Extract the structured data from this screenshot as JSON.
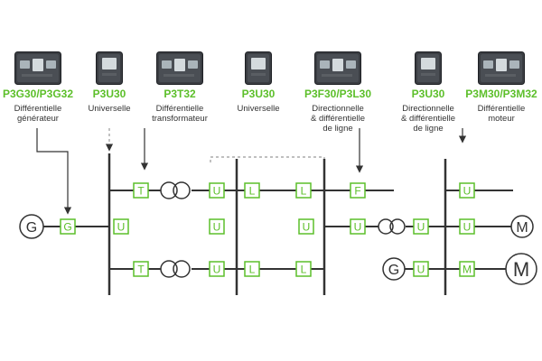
{
  "colors": {
    "accent": "#5cbf2a",
    "line": "#333333",
    "relay_body": "#3a3d42",
    "relay_screen": "#aab4ba"
  },
  "relays": [
    {
      "model": "P3G30/P3G32",
      "description": [
        "Différentielle",
        "générateur"
      ],
      "icon": "relay-device-icon"
    },
    {
      "model": "P3U30",
      "description": [
        "Universelle"
      ],
      "icon": "relay-device-icon"
    },
    {
      "model": "P3T32",
      "description": [
        "Différentielle",
        "transformateur"
      ],
      "icon": "relay-device-icon"
    },
    {
      "model": "P3U30",
      "description": [
        "Universelle"
      ],
      "icon": "relay-device-icon"
    },
    {
      "model": "P3F30/P3L30",
      "description": [
        "Directionnelle",
        "& différentielle",
        "de ligne"
      ],
      "icon": "relay-device-icon"
    },
    {
      "model": "P3U30",
      "description": [
        "Directionnelle",
        "& différentielle",
        "de ligne"
      ],
      "icon": "relay-device-icon"
    },
    {
      "model": "P3M30/P3M32",
      "description": [
        "Différentielle",
        "moteur"
      ],
      "icon": "relay-device-icon"
    }
  ],
  "diagram": {
    "generator_label": "G",
    "motor_label": "M",
    "function_codes": {
      "generator": "G",
      "universal": "U",
      "transformer": "T",
      "line": "L",
      "feeder": "F",
      "motor": "M"
    }
  }
}
